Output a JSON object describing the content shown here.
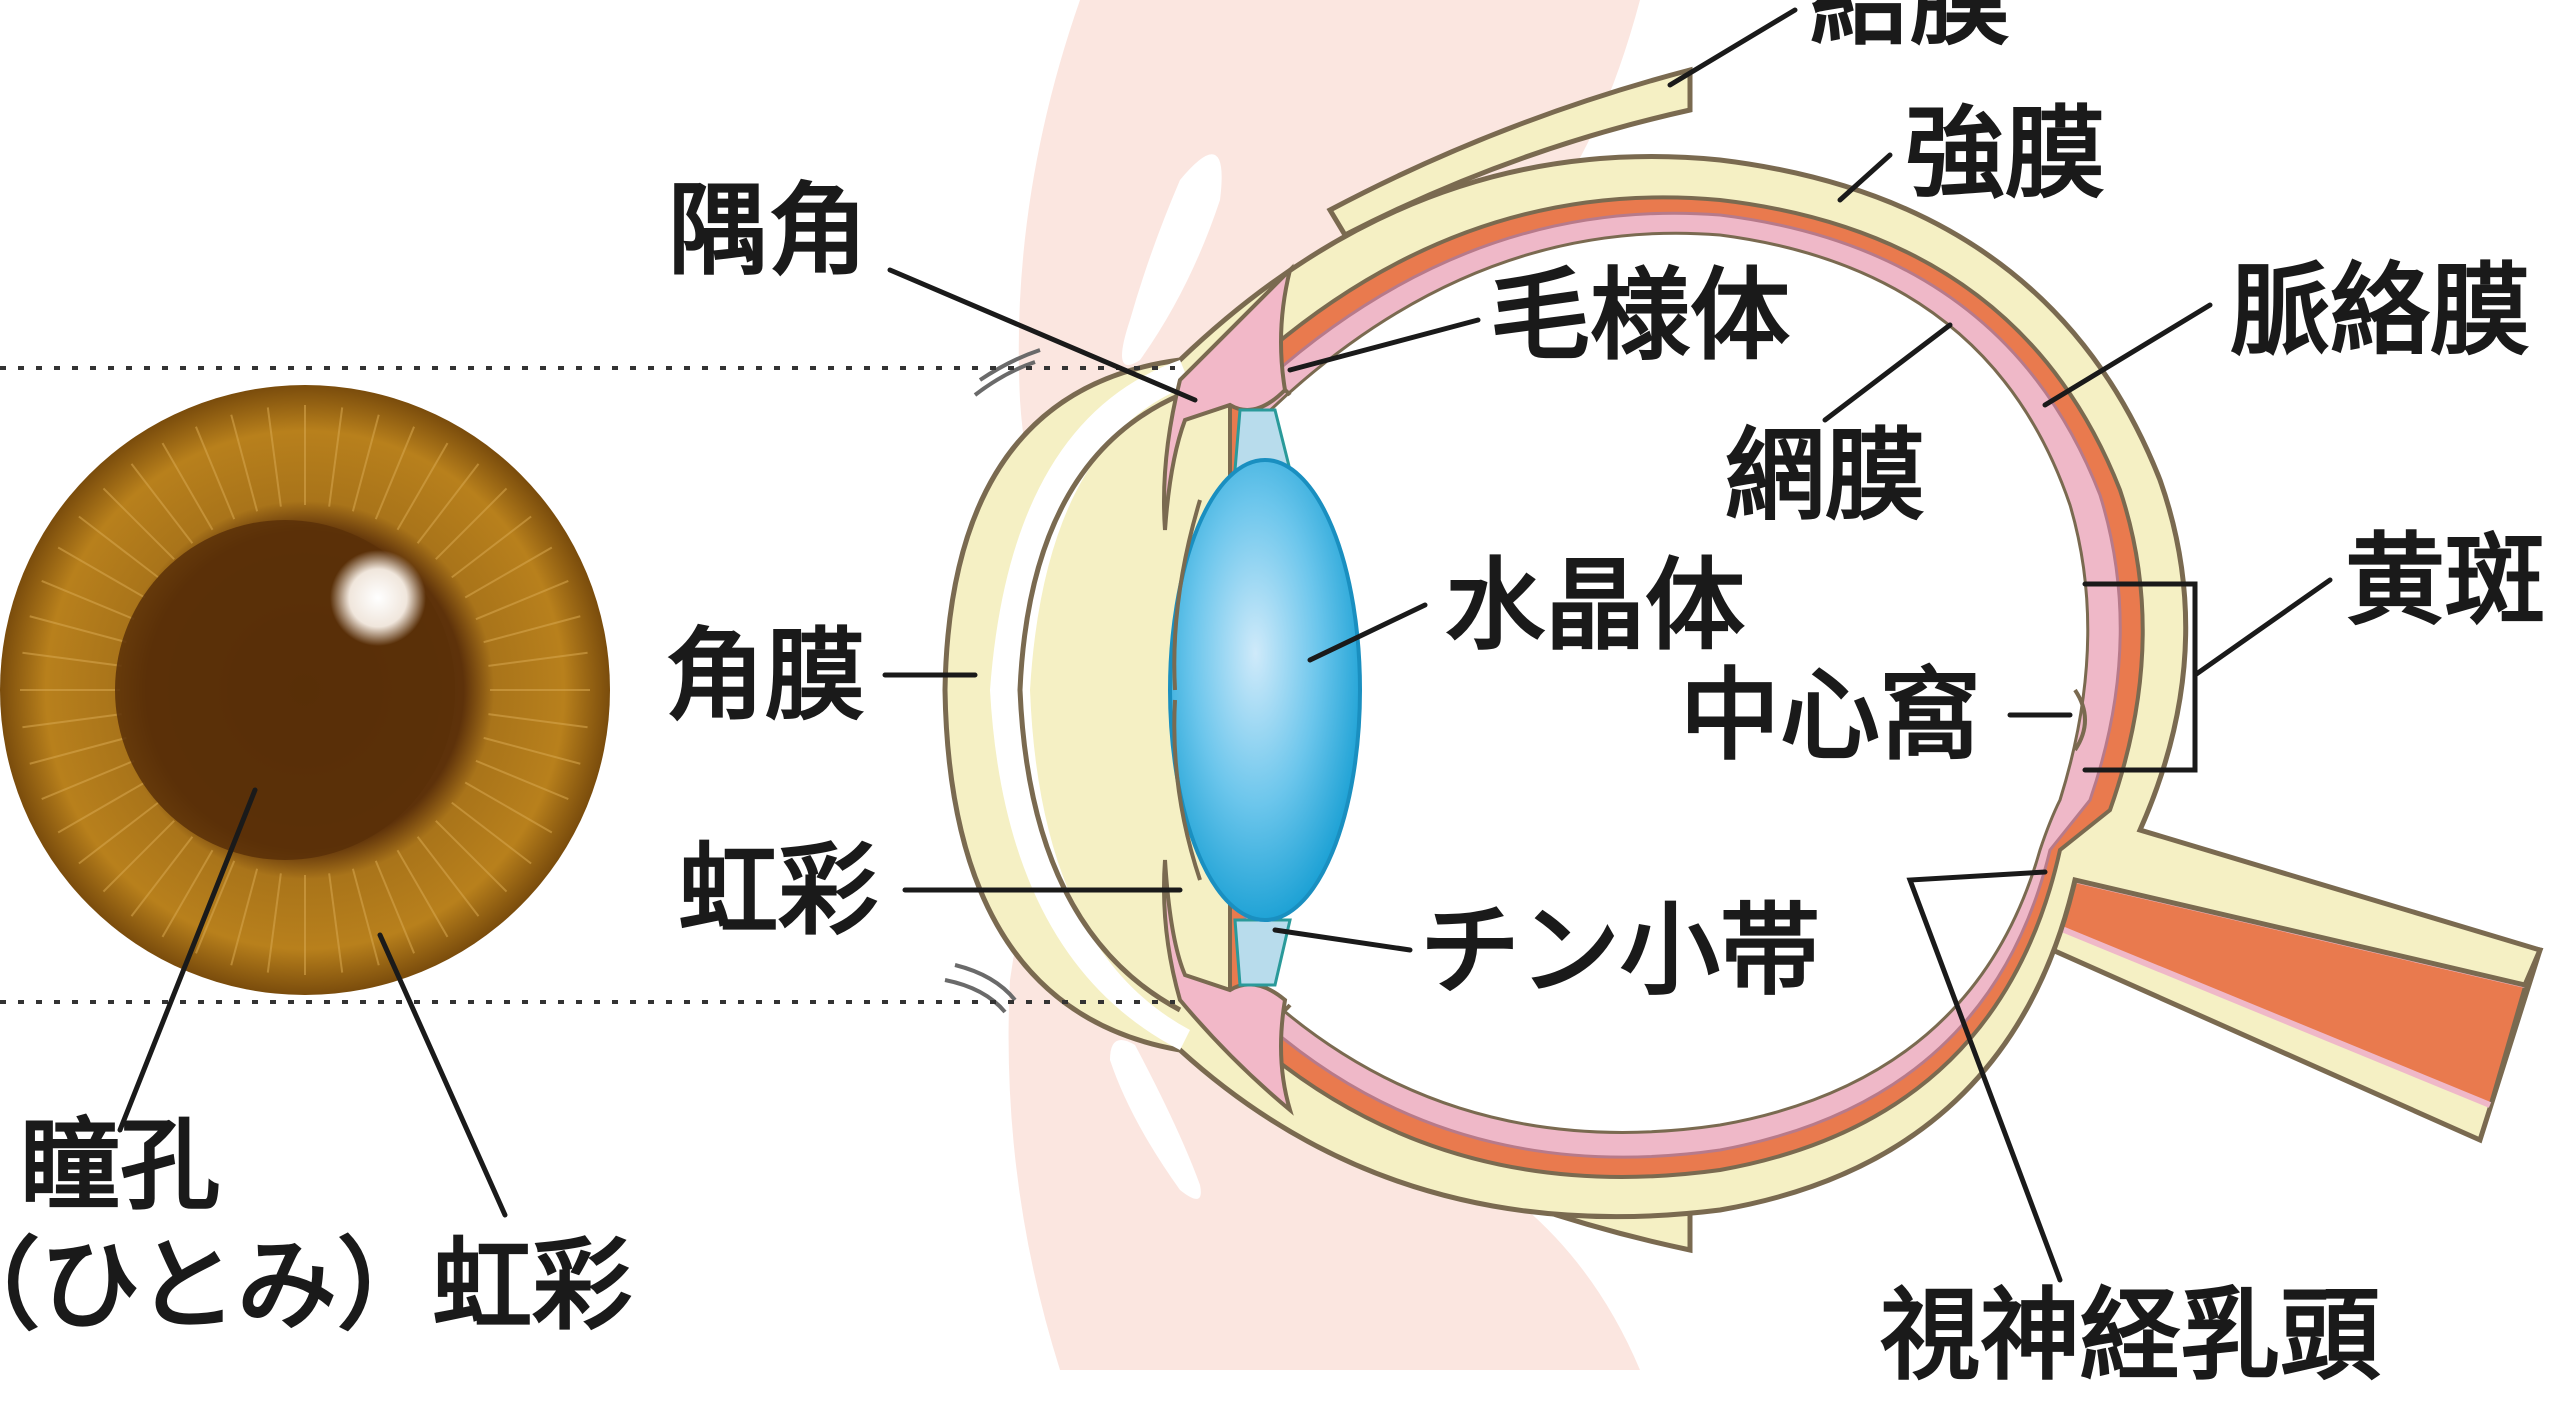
{
  "labels": {
    "conjunctiva": "結膜",
    "sclera": "強膜",
    "angle": "隅角",
    "ciliary_body": "毛様体",
    "choroid": "脈絡膜",
    "retina": "網膜",
    "lens": "水晶体",
    "macula": "黄斑",
    "cornea": "角膜",
    "fovea": "中心窩",
    "iris_side": "虹彩",
    "zonule": "チン小帯",
    "pupil_line1": "瞳孔",
    "pupil_line2": "（ひとみ）",
    "iris_front": "虹彩",
    "optic_disc": "視神経乳頭"
  },
  "colors": {
    "sclera_fill": "#f5f0c4",
    "outline": "#7a6a50",
    "choroid": "#e97a4e",
    "retina_pink": "#efb8c8",
    "ciliary": "#f2b8c8",
    "lens_center": "#c4e6f8",
    "lens_edge": "#1ea8d8",
    "zonule": "#b8dcec",
    "skin": "#fbe4de",
    "iris_outer": "#8a5a10",
    "iris_mid": "#b8801c",
    "pupil": "#5a3008"
  }
}
